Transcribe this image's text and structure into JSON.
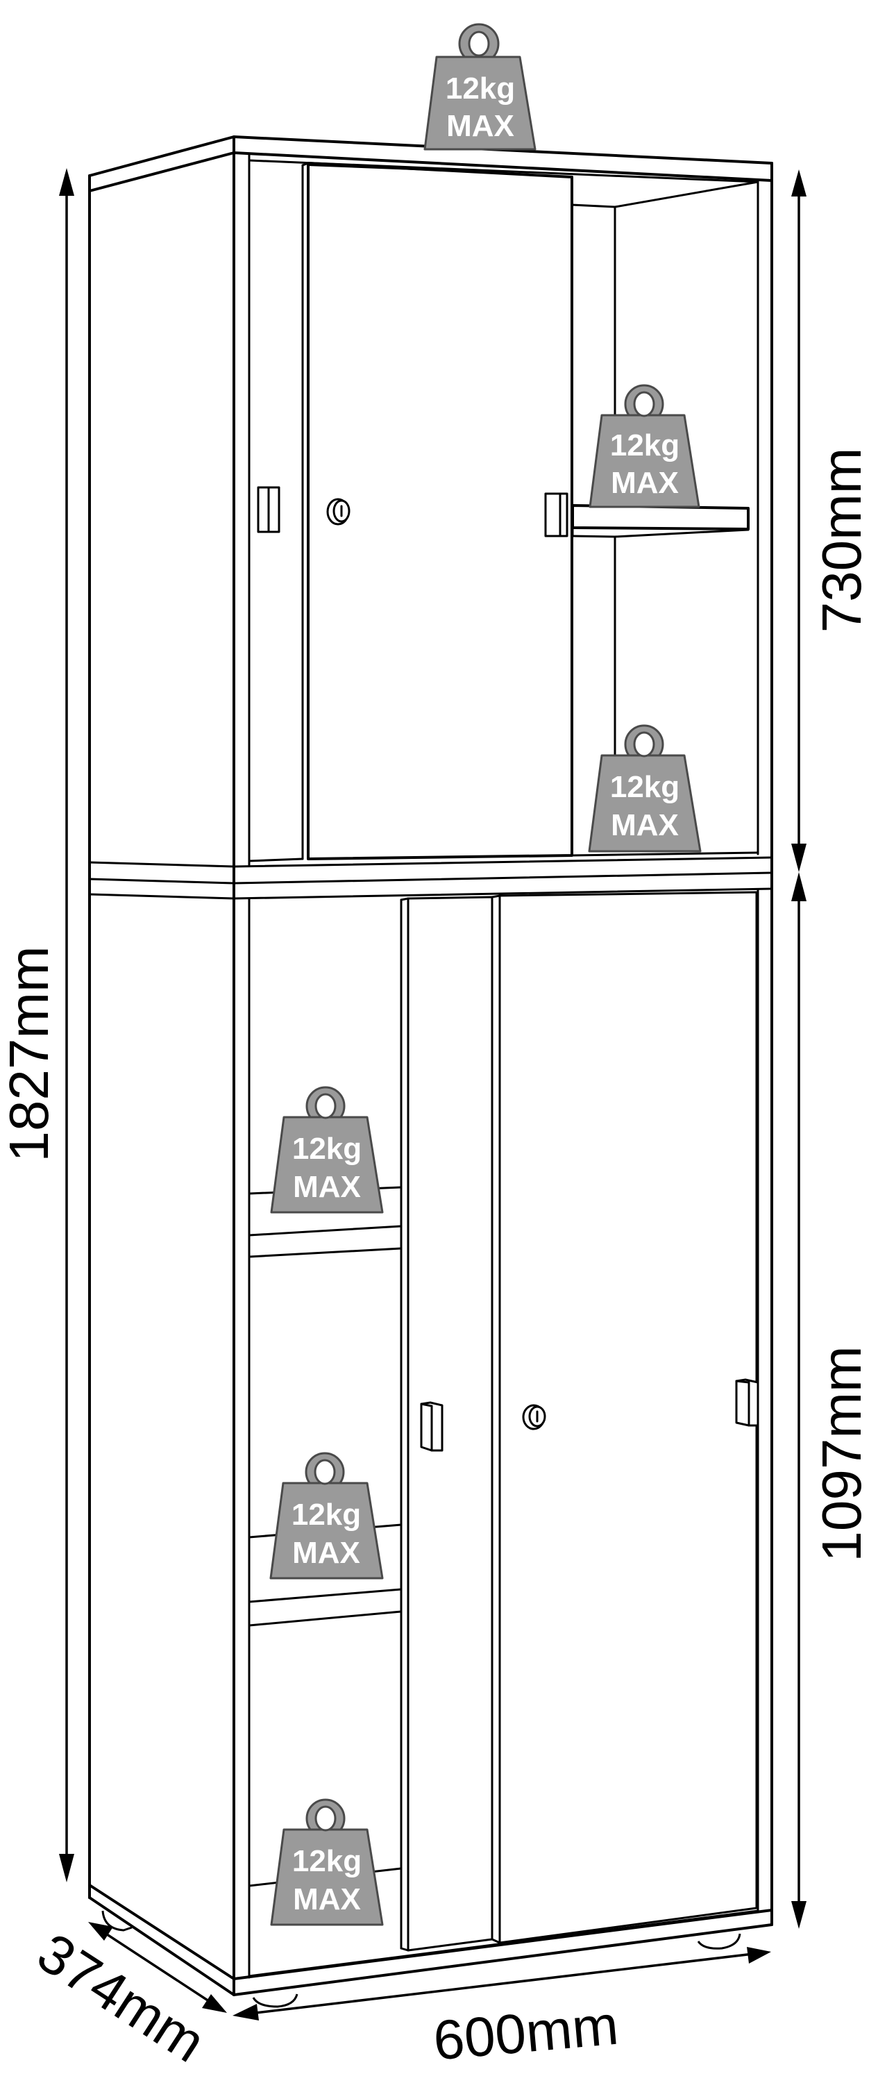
{
  "figure": {
    "type": "furniture-dimension-diagram",
    "subject": "tall storage cabinet with sliding doors",
    "line_color": "#000000",
    "weight_fill_color": "#9a9a9a",
    "weight_text_color": "#ffffff"
  },
  "dimensions": {
    "total_height": "1827mm",
    "upper_height": "730mm",
    "lower_height": "1097mm",
    "depth": "374mm",
    "width": "600mm"
  },
  "load_labels": [
    {
      "id": "top",
      "line1": "12kg",
      "line2": "MAX",
      "location": "top surface"
    },
    {
      "id": "upper-shelf",
      "line1": "12kg",
      "line2": "MAX",
      "location": "upper open shelf"
    },
    {
      "id": "upper-floor",
      "line1": "12kg",
      "line2": "MAX",
      "location": "upper compartment floor"
    },
    {
      "id": "lower-shelf-1",
      "line1": "12kg",
      "line2": "MAX",
      "location": "lower left shelf 1"
    },
    {
      "id": "lower-shelf-2",
      "line1": "12kg",
      "line2": "MAX",
      "location": "lower left shelf 2"
    },
    {
      "id": "lower-floor",
      "line1": "12kg",
      "line2": "MAX",
      "location": "lower compartment floor"
    }
  ]
}
